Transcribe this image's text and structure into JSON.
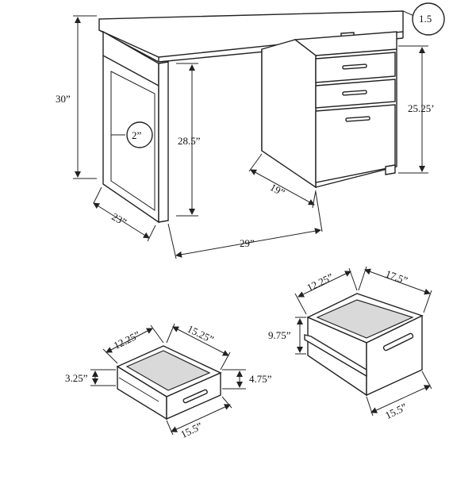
{
  "desk_dimensions": {
    "top_thickness": "1.5",
    "overall_height": "30”",
    "leg_width": "2”",
    "knee_height": "28.5”",
    "depth": "23”",
    "knee_width": "29”",
    "cabinet_depth": "19”",
    "cabinet_height": "25.25’"
  },
  "small_drawer": {
    "depth": "12.25”",
    "length": "15.25”",
    "inner_height": "3.25”",
    "outer_height": "4.75”",
    "front_width": "15.5”"
  },
  "file_drawer": {
    "depth": "12.25”",
    "length": "17.5”",
    "height": "9.75”",
    "front_width": "15.5”"
  }
}
